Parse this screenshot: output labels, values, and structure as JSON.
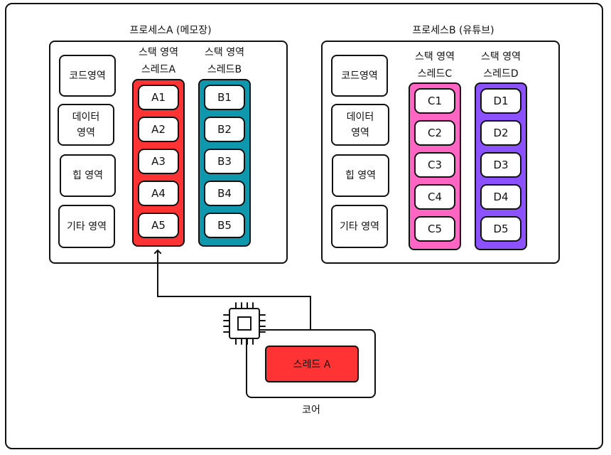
{
  "processA": {
    "title": "프로세스A  (메모장)",
    "segments": [
      "코드영역",
      "데이터\n영역",
      "힙 영역",
      "기타 영역"
    ],
    "threads": [
      {
        "head1": "스택 영역",
        "head2": "스레드A",
        "color": "#ff3333",
        "cells": [
          "A1",
          "A2",
          "A3",
          "A4",
          "A5"
        ]
      },
      {
        "head1": "스택 영역",
        "head2": "스레드B",
        "color": "#0f97ad",
        "cells": [
          "B1",
          "B2",
          "B3",
          "B4",
          "B5"
        ]
      }
    ]
  },
  "processB": {
    "title": "프로세스B (유튜브)",
    "segments": [
      "코드영역",
      "데이터\n영역",
      "힙 영역",
      "기타 영역"
    ],
    "threads": [
      {
        "head1": "스택 영역",
        "head2": "스레드C",
        "color": "#ff66c4",
        "cells": [
          "C1",
          "C2",
          "C3",
          "C4",
          "C5"
        ]
      },
      {
        "head1": "스택 영역",
        "head2": "스레드D",
        "color": "#8c52ff",
        "cells": [
          "D1",
          "D2",
          "D3",
          "D4",
          "D5"
        ]
      }
    ]
  },
  "core": {
    "label": "코어",
    "running_thread": "스레드 A",
    "running_color": "#ff3333",
    "icon": "cpu-chip-icon"
  }
}
